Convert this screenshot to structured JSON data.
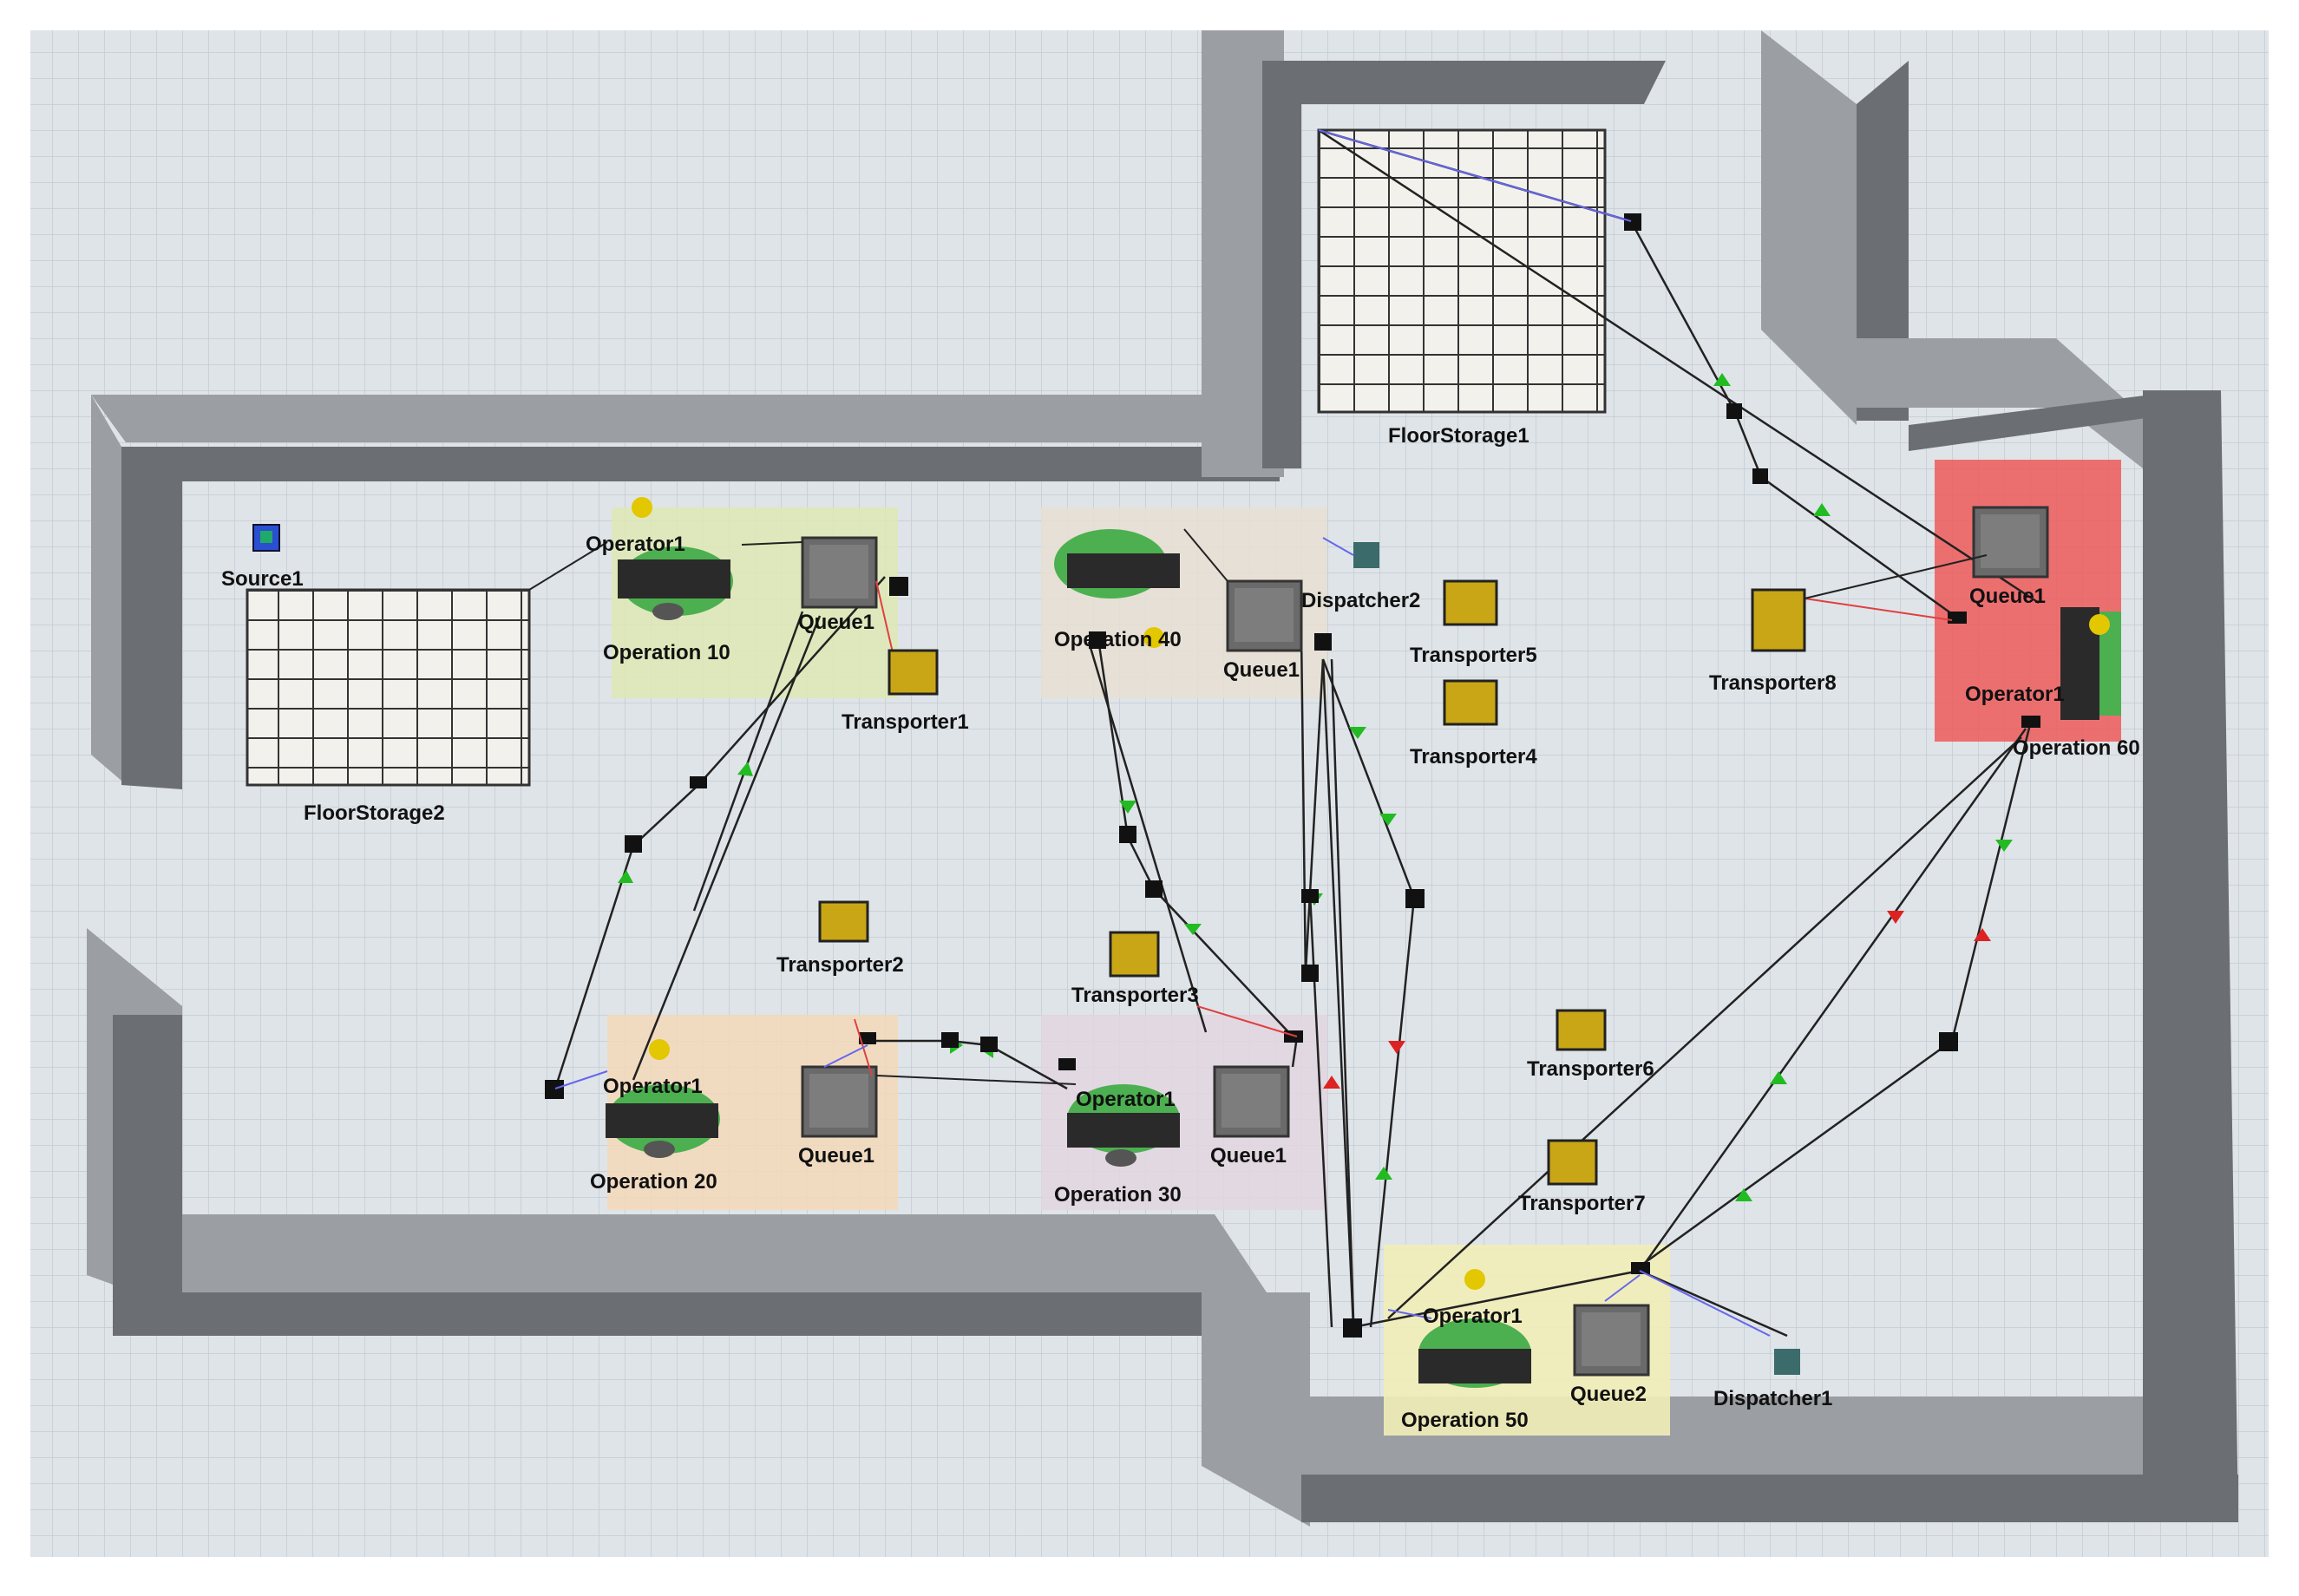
{
  "model": {
    "labels": {
      "source1": "Source1",
      "floor_storage_1": "FloorStorage1",
      "floor_storage_2": "FloorStorage2",
      "op10": "Operation 10",
      "op10_operator": "Operator1",
      "op10_queue": "Queue1",
      "op20": "Operation 20",
      "op20_operator": "Operator1",
      "op20_queue": "Queue1",
      "op30": "Operation 30",
      "op30_operator": "Operator1",
      "op30_queue": "Queue1",
      "op40": "Operation 40",
      "op40_queue": "Queue1",
      "op50": "Operation 50",
      "op50_operator": "Operator1",
      "op50_queue": "Queue2",
      "op60": "Operation 60",
      "op60_operator": "Operator1",
      "op60_queue": "Queue1",
      "dispatcher1": "Dispatcher1",
      "dispatcher2": "Dispatcher2",
      "transporter1": "Transporter1",
      "transporter2": "Transporter2",
      "transporter3": "Transporter3",
      "transporter4": "Transporter4",
      "transporter5": "Transporter5",
      "transporter6": "Transporter6",
      "transporter7": "Transporter7",
      "transporter8": "Transporter8"
    },
    "colors": {
      "floor": "#dfe4e8",
      "grid": "#c3cbd2",
      "wall_top": "#6b6e72",
      "wall_side": "#9b9ea2",
      "op10_zone": "#dfe9b4",
      "op20_zone": "#f5d9b8",
      "op30_zone": "#e3d6df",
      "op40_zone": "#e8dfd2",
      "op50_zone": "#f2edb8",
      "op60_zone": "#ee5a5a",
      "path_line": "#222222",
      "connector_blue": "#6666ee",
      "connector_red": "#e04040",
      "arrow_green": "#22bb22",
      "arrow_red": "#dd2222"
    }
  }
}
